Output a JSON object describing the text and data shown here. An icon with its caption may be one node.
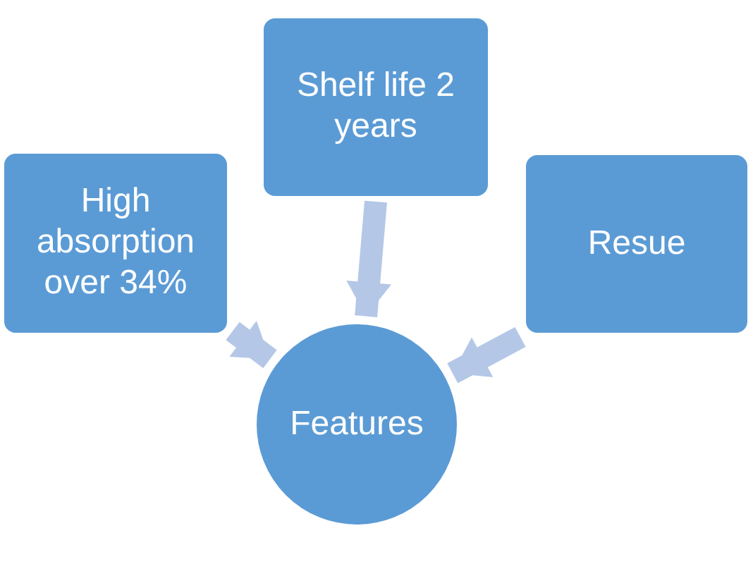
{
  "diagram": {
    "nodes": [
      {
        "text": [
          "High absorption over 34%"
        ]
      },
      {
        "text": [
          "Shelf life 2 years"
        ]
      },
      {
        "text": [
          "Resue"
        ]
      },
      {
        "text": [
          "Features"
        ]
      }
    ],
    "edges": [
      {
        "from": 0,
        "to": 3,
        "arrow": "to"
      },
      {
        "from": 1,
        "to": 3,
        "arrow": "to"
      },
      {
        "from": 2,
        "to": 3,
        "arrow": "to"
      }
    ]
  }
}
